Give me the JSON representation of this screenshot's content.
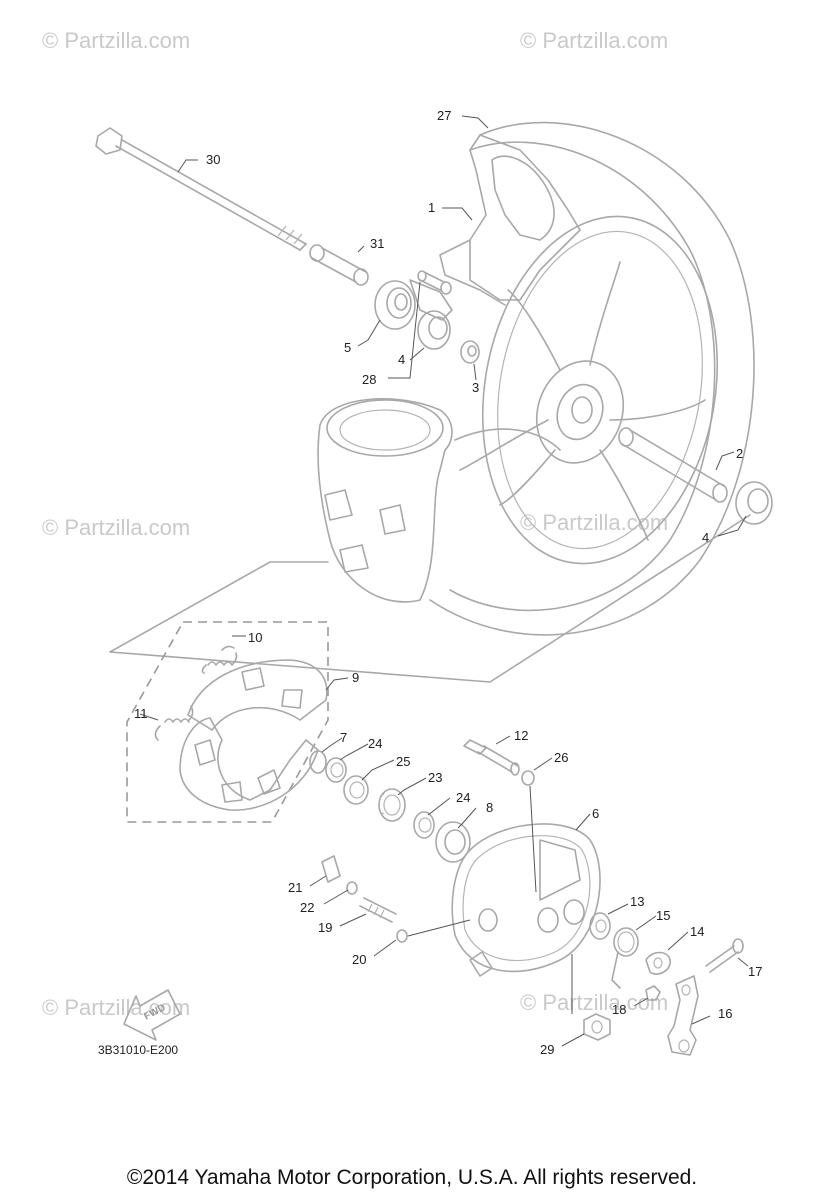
{
  "watermarks": [
    "© Partzilla.com",
    "© Partzilla.com",
    "© Partzilla.com",
    "© Partzilla.com",
    "© Partzilla.com",
    "© Partzilla.com"
  ],
  "diagram_code": "3B31010-E200",
  "fwd_label": "FWD",
  "copyright": "©2014 Yamaha Motor Corporation, U.S.A. All rights reserved.",
  "callouts": {
    "c1": "1",
    "c2": "2",
    "c3": "3",
    "c4a": "4",
    "c4b": "4",
    "c5": "5",
    "c6": "6",
    "c7": "7",
    "c8": "8",
    "c9": "9",
    "c10": "10",
    "c11": "11",
    "c12": "12",
    "c13": "13",
    "c14": "14",
    "c15": "15",
    "c16": "16",
    "c17": "17",
    "c18": "18",
    "c19": "19",
    "c20": "20",
    "c21": "21",
    "c22": "22",
    "c23": "23",
    "c24a": "24",
    "c24b": "24",
    "c25": "25",
    "c26": "26",
    "c27": "27",
    "c28": "28",
    "c29": "29",
    "c30": "30",
    "c31": "31"
  },
  "colors": {
    "line": "#a8a8a8",
    "watermark": "#c9c9c9",
    "text": "#222222"
  }
}
